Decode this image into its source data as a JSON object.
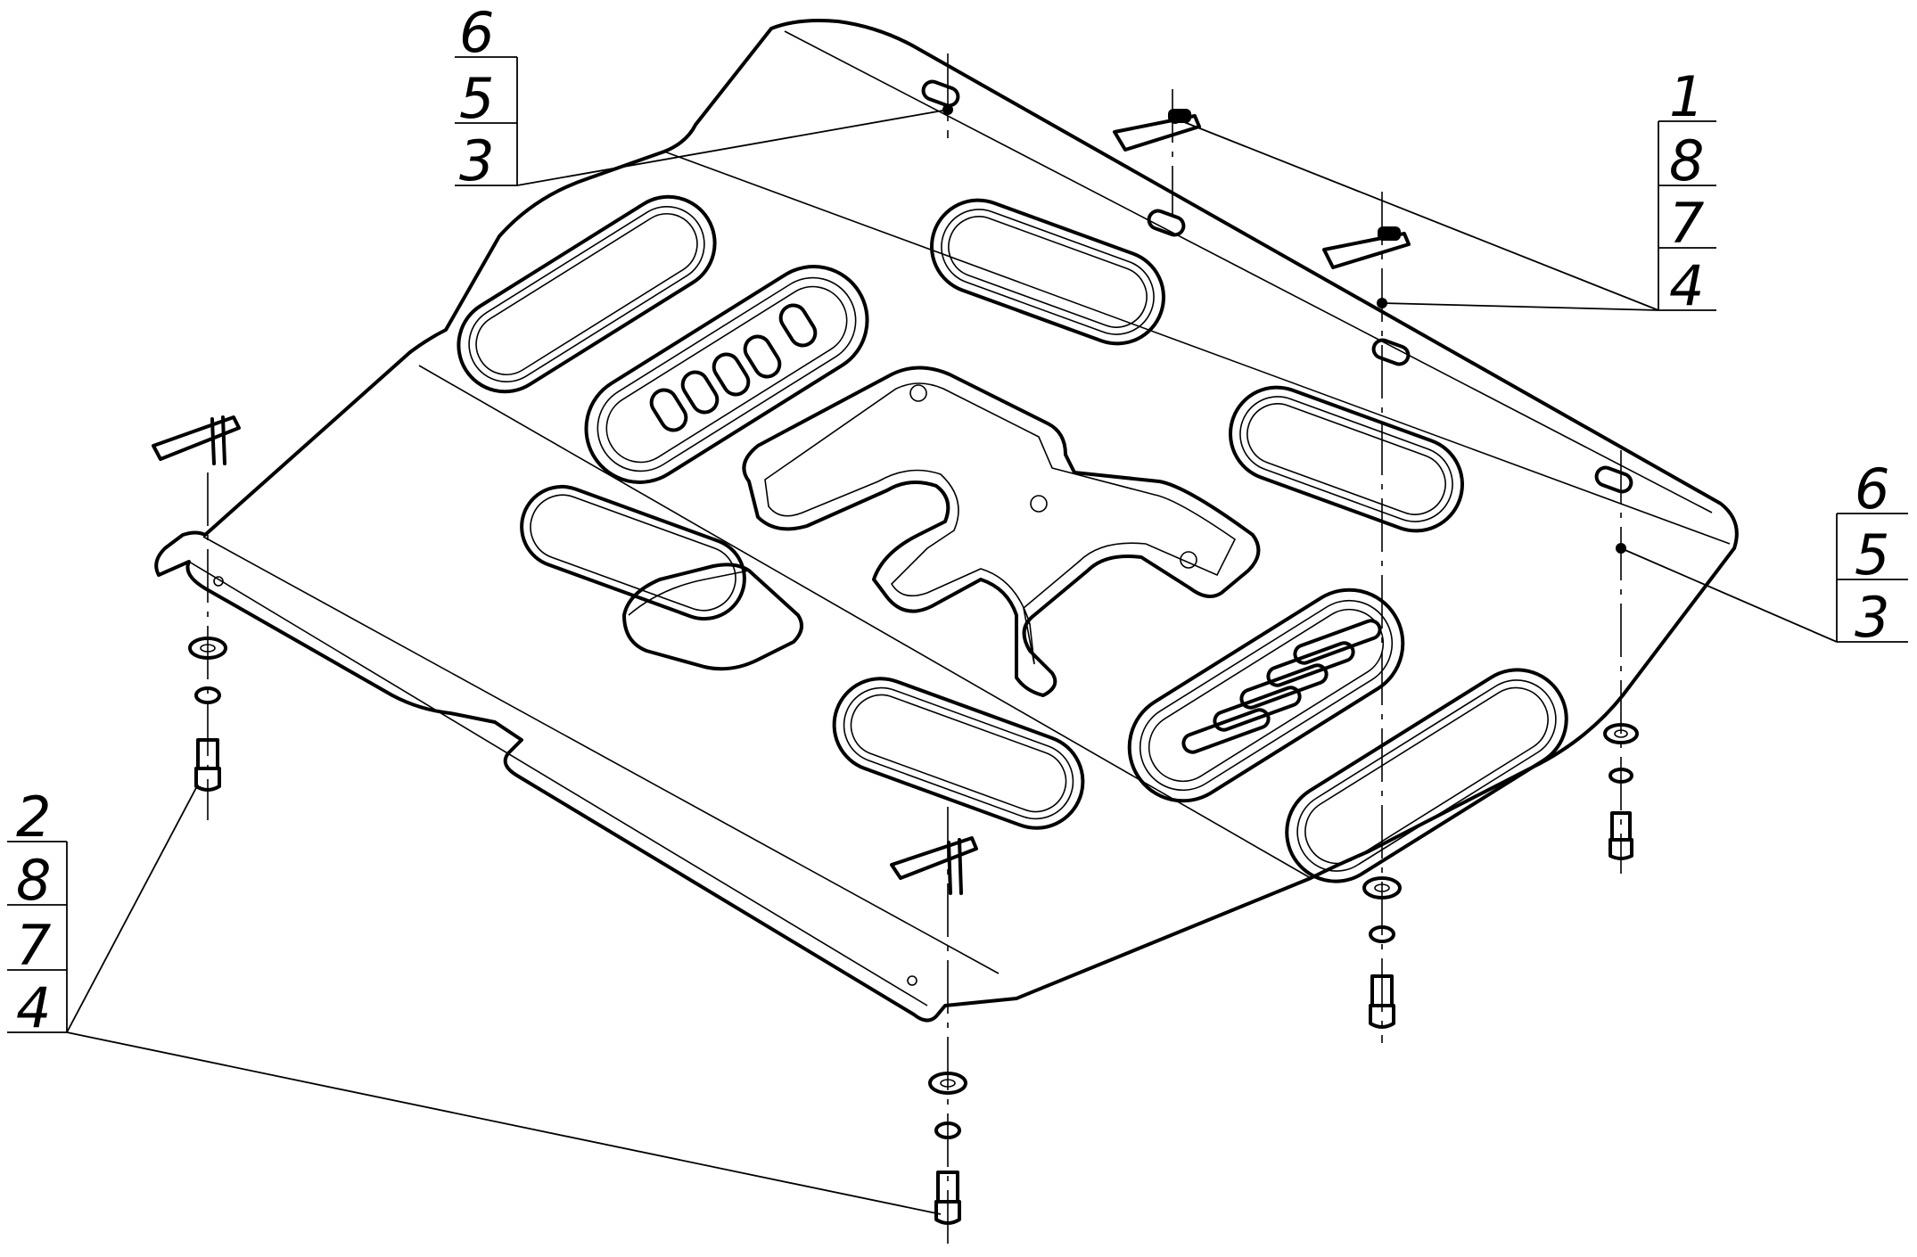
{
  "colors": {
    "line": "#000000",
    "background": "#ffffff"
  },
  "callouts": {
    "top_left": {
      "numbers": [
        "6",
        "5",
        "3"
      ]
    },
    "top_right": {
      "numbers": [
        "1",
        "8",
        "7",
        "4"
      ]
    },
    "right": {
      "numbers": [
        "6",
        "5",
        "3"
      ]
    },
    "bottom_left": {
      "numbers": [
        "2",
        "8",
        "7",
        "4"
      ]
    }
  }
}
